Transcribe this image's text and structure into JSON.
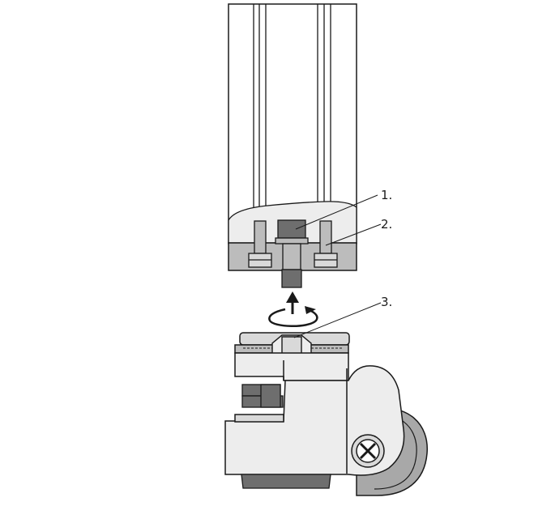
{
  "callouts": [
    {
      "number": "1."
    },
    {
      "number": "2."
    },
    {
      "number": "3."
    }
  ],
  "colors": {
    "outline": "#1a1a1a",
    "light_gray": "#d9d9d9",
    "mid_gray": "#bcbcbc",
    "dark_gray": "#6e6e6e",
    "very_light": "#ededed",
    "wheel_gray": "#a8a8a8"
  },
  "icons": [
    "up-arrow-icon",
    "rotation-arrow-icon",
    "phillips-screw-icon"
  ]
}
